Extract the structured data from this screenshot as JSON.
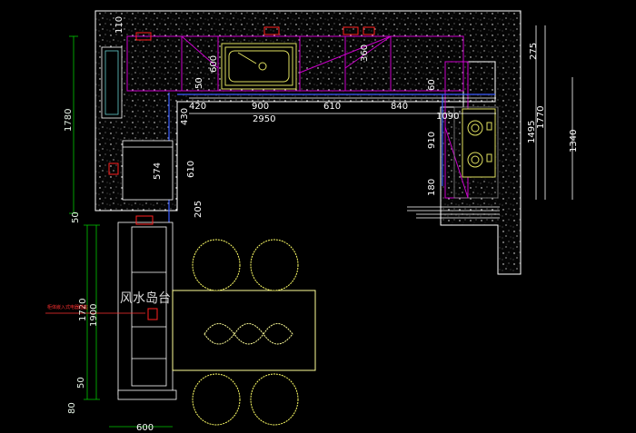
{
  "colors": {
    "background": "#000000",
    "counter_outline": "#ffffff",
    "cabinet_line": "#cc00cc",
    "blue_line": "#3a5cff",
    "appliance": "#e0e060",
    "dimension_green": "#00c800",
    "dimension_white": "#ffffff",
    "table": "#ffff66",
    "outlet_red": "#ff2020"
  },
  "top_dims": {
    "d110": "110",
    "d600": "600",
    "d360": "360",
    "d275": "275",
    "d50": "50",
    "d420": "420",
    "d900": "900",
    "d610": "610",
    "d840": "840",
    "d60": "60",
    "d2950": "2950",
    "d430": "430",
    "d1090": "1090"
  },
  "side_dims": {
    "d1780": "1780",
    "d1495": "1495",
    "d1770": "1770",
    "d1340": "1340",
    "d574": "574",
    "d610v": "610",
    "d910": "910",
    "d180": "180",
    "d205": "205",
    "d50a": "50",
    "d1720": "1720",
    "d1900": "1900",
    "d50b": "50",
    "d80": "80",
    "d600b": "600"
  },
  "island_label": "风水岛台",
  "red_note": "柜体嵌入式电器插座"
}
